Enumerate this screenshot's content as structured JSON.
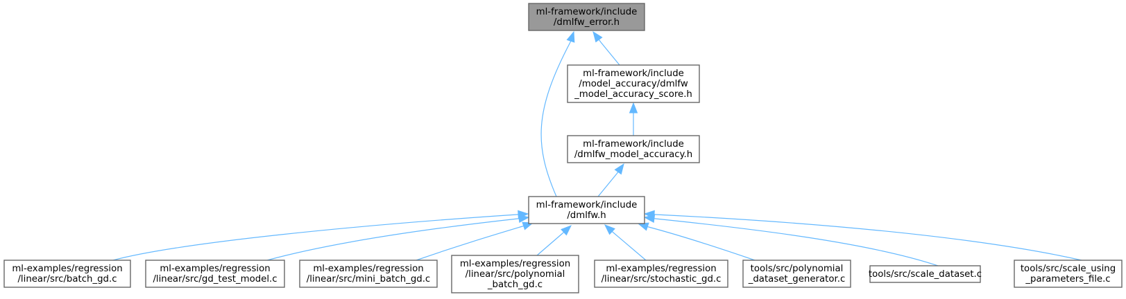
{
  "diagram": {
    "type": "include-dependency-graph",
    "colors": {
      "focus_fill": "#999999",
      "focus_border": "#666666",
      "node_fill": "#ffffff",
      "node_border": "#666666",
      "edge": "#63b8ff"
    },
    "nodes": [
      {
        "id": "n0",
        "lines": [
          "ml-framework/include",
          "/dmlfw_error.h"
        ],
        "focus": true
      },
      {
        "id": "n1",
        "lines": [
          "ml-framework/include",
          "/model_accuracy/dmlfw",
          "_model_accuracy_score.h"
        ]
      },
      {
        "id": "n2",
        "lines": [
          "ml-framework/include",
          "/dmlfw_model_accuracy.h"
        ]
      },
      {
        "id": "n3",
        "lines": [
          "ml-framework/include",
          "/dmlfw.h"
        ]
      },
      {
        "id": "n4",
        "lines": [
          "ml-examples/regression",
          "/linear/src/batch_gd.c"
        ]
      },
      {
        "id": "n5",
        "lines": [
          "ml-examples/regression",
          "/linear/src/gd_test_model.c"
        ]
      },
      {
        "id": "n6",
        "lines": [
          "ml-examples/regression",
          "/linear/src/mini_batch_gd.c"
        ]
      },
      {
        "id": "n7",
        "lines": [
          "ml-examples/regression",
          "/linear/src/polynomial",
          "_batch_gd.c"
        ]
      },
      {
        "id": "n8",
        "lines": [
          "ml-examples/regression",
          "/linear/src/stochastic_gd.c"
        ]
      },
      {
        "id": "n9",
        "lines": [
          "tools/src/polynomial",
          "_dataset_generator.c"
        ]
      },
      {
        "id": "n10",
        "lines": [
          "tools/src/scale_dataset.c"
        ]
      },
      {
        "id": "n11",
        "lines": [
          "tools/src/scale_using",
          "_parameters_file.c"
        ]
      }
    ],
    "edges": [
      {
        "from": "n1",
        "to": "n0"
      },
      {
        "from": "n3",
        "to": "n0"
      },
      {
        "from": "n2",
        "to": "n1"
      },
      {
        "from": "n3",
        "to": "n2"
      },
      {
        "from": "n4",
        "to": "n3"
      },
      {
        "from": "n5",
        "to": "n3"
      },
      {
        "from": "n6",
        "to": "n3"
      },
      {
        "from": "n7",
        "to": "n3"
      },
      {
        "from": "n8",
        "to": "n3"
      },
      {
        "from": "n9",
        "to": "n3"
      },
      {
        "from": "n10",
        "to": "n3"
      },
      {
        "from": "n11",
        "to": "n3"
      }
    ]
  }
}
